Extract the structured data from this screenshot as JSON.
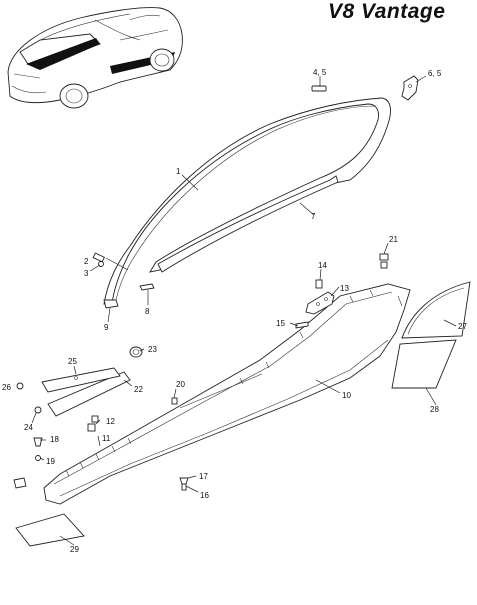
{
  "title": "V8 Vantage",
  "callouts": [
    {
      "id": "c1",
      "text": "1"
    },
    {
      "id": "c2",
      "text": "2"
    },
    {
      "id": "c3",
      "text": "3"
    },
    {
      "id": "c45",
      "text": "4, 5"
    },
    {
      "id": "c65",
      "text": "6, 5"
    },
    {
      "id": "c7",
      "text": "7"
    },
    {
      "id": "c8",
      "text": "8"
    },
    {
      "id": "c9",
      "text": "9"
    },
    {
      "id": "c10",
      "text": "10"
    },
    {
      "id": "c11",
      "text": "11"
    },
    {
      "id": "c12",
      "text": "12"
    },
    {
      "id": "c13",
      "text": "13"
    },
    {
      "id": "c14",
      "text": "14"
    },
    {
      "id": "c15",
      "text": "15"
    },
    {
      "id": "c16",
      "text": "16"
    },
    {
      "id": "c17",
      "text": "17"
    },
    {
      "id": "c18",
      "text": "18"
    },
    {
      "id": "c19",
      "text": "19"
    },
    {
      "id": "c20",
      "text": "20"
    },
    {
      "id": "c21",
      "text": "21"
    },
    {
      "id": "c22",
      "text": "22"
    },
    {
      "id": "c23",
      "text": "23"
    },
    {
      "id": "c24",
      "text": "24"
    },
    {
      "id": "c25",
      "text": "25"
    },
    {
      "id": "c26",
      "text": "26"
    },
    {
      "id": "c27",
      "text": "27"
    },
    {
      "id": "c28",
      "text": "28"
    },
    {
      "id": "c29",
      "text": "29"
    }
  ]
}
